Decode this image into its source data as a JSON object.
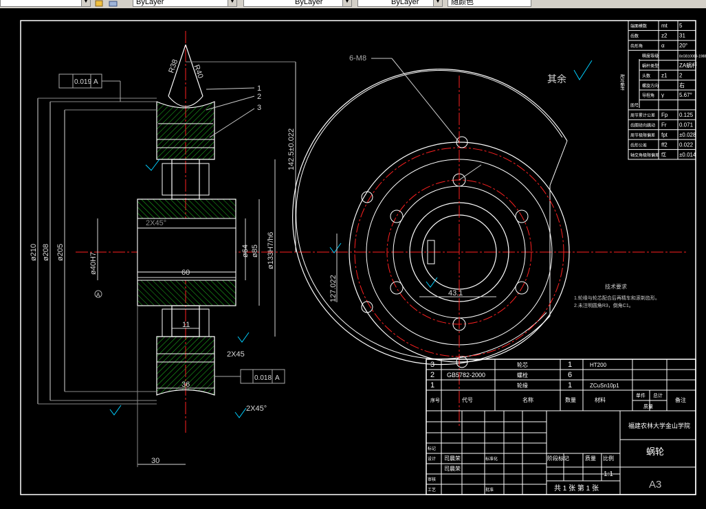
{
  "toolbar": {
    "layer_combo_1": "ByLayer",
    "layer_combo_2": "ByLayer",
    "layer_combo_3": "ByLayer",
    "color_combo": "随颜色"
  },
  "drawing": {
    "dims": {
      "r38": "R38",
      "r40": "R40",
      "tol_runout_top": "0.019",
      "tol_ref_top": "A",
      "tol_runout_bottom": "0.018",
      "tol_ref_bottom": "A",
      "part_1": "1",
      "part_2": "2",
      "part_3": "3",
      "d210": "ø210",
      "d208": "ø208",
      "d205": "ø205",
      "d40h7": "ø40H7",
      "chamfer_2x45_a": "2X45°",
      "len_60": "60",
      "d64": "ø64",
      "d85": "ø85",
      "d133": "ø133H7/h6",
      "dim_1425": "142.5±0.022",
      "len_11": "11",
      "chamfer_2x45_b": "2X45",
      "len_36": "36",
      "chamfer_2x45_c": "2X45°",
      "len_30": "30",
      "screws": "6-M8",
      "dim_127022": "127.022",
      "key_431": "43.1",
      "remaining": "其余",
      "datum_a": "A"
    },
    "tech_title": "技术要求",
    "tech_line1": "1.轮缘与轮芯配合后再精车和滚剃齿形。",
    "tech_line2": "2.未注明圆角R3，倒角C1。"
  },
  "param_table": {
    "rows": [
      {
        "name": "端面模数",
        "sym": "mt",
        "val": "5"
      },
      {
        "name": "齿数",
        "sym": "z2",
        "val": "31"
      },
      {
        "name": "齿形角",
        "sym": "α",
        "val": "20°"
      },
      {
        "name": "精度等级",
        "sym": "",
        "val": "8cGB10089-1988"
      },
      {
        "name": "蜗杆类型",
        "sym": "",
        "val": "ZA蜗杆"
      },
      {
        "name": "头数",
        "sym": "z1",
        "val": "2"
      },
      {
        "name": "螺旋方向",
        "sym": "",
        "val": "右"
      },
      {
        "name": "导程角",
        "sym": "γ",
        "val": "5.67°"
      },
      {
        "name": "图号",
        "sym": "",
        "val": ""
      },
      {
        "name": "周节累计公差",
        "sym": "Fp",
        "val": "0.125"
      },
      {
        "name": "齿圈径向跳动",
        "sym": "Fr",
        "val": "0.071"
      },
      {
        "name": "周节极限偏差",
        "sym": "fpt",
        "val": "±0.028"
      },
      {
        "name": "齿形公差",
        "sym": "ff2",
        "val": "0.022"
      },
      {
        "name": "轴交角极限偏差",
        "sym": "fΣ",
        "val": "±0.014"
      }
    ],
    "group_label": "配对蜗杆"
  },
  "bom": {
    "rows": [
      {
        "no": "3",
        "code": "",
        "name": "轮芯",
        "qty": "1",
        "mat": "HT200"
      },
      {
        "no": "2",
        "code": "GB5782-2000",
        "name": "螺栓",
        "qty": "6",
        "mat": ""
      },
      {
        "no": "1",
        "code": "",
        "name": "轮缘",
        "qty": "1",
        "mat": "ZCuSn10p1"
      }
    ],
    "header": {
      "no": "序号",
      "code": "代号",
      "name": "名称",
      "qty": "数量",
      "mat": "材料",
      "weight_single": "单件",
      "weight_total": "总计",
      "weight": "质量",
      "remark": "备注"
    }
  },
  "title_block": {
    "school": "福建农林大学金山学院",
    "part_name": "蜗轮",
    "sheet_size": "A3",
    "scale": "1:1",
    "sheet_count": "共 1 张 第 1 张",
    "stage_label": "阶段标记",
    "weight_label": "质量",
    "scale_label": "比例",
    "labels": {
      "mark": "标记",
      "design": "设计",
      "review": "审核",
      "process": "工艺",
      "std": "标准化",
      "approve": "批准"
    },
    "designer": "司晨荣",
    "drafter": "司晨荣"
  },
  "colors": {
    "line": "#ffffff",
    "center": "#ff2020",
    "hatch": "#20c020",
    "dim": "#d9d9d9",
    "cyan": "#00cfff"
  }
}
